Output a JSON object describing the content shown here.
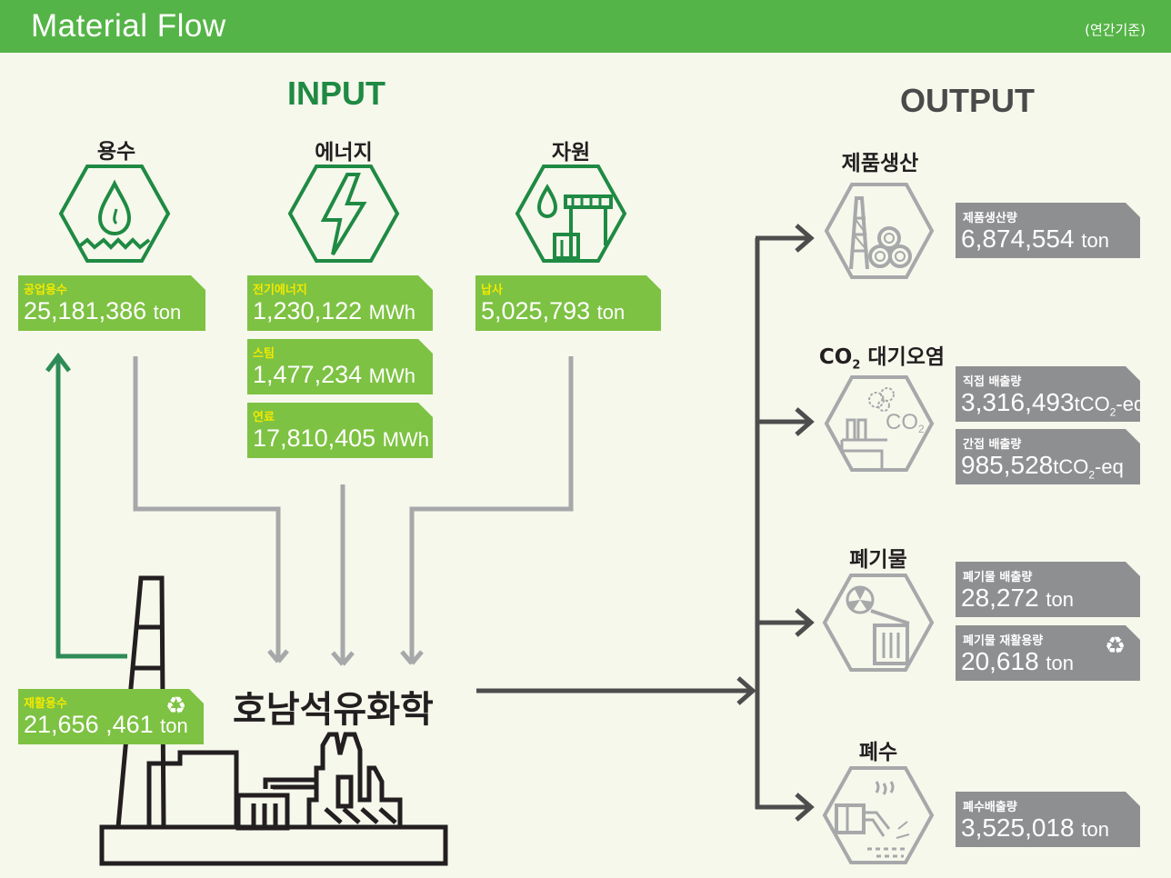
{
  "header": {
    "title": "Material Flow",
    "basis": "(연간기준)"
  },
  "input": {
    "title": "INPUT",
    "categories": [
      {
        "name": "용수",
        "icon": "water-drop-icon"
      },
      {
        "name": "에너지",
        "icon": "lightning-icon"
      },
      {
        "name": "자원",
        "icon": "refinery-icon"
      }
    ],
    "items": {
      "industrial_water": {
        "label": "공업용수",
        "value": "25,181,386",
        "unit": "ton"
      },
      "electricity": {
        "label": "전기에너지",
        "value": "1,230,122",
        "unit": "MWh"
      },
      "steam": {
        "label": "스팀",
        "value": "1,477,234",
        "unit": "MWh"
      },
      "fuel": {
        "label": "연료",
        "value": "17,810,405",
        "unit": "MWh"
      },
      "naphtha": {
        "label": "납사",
        "value": "5,025,793",
        "unit": "ton"
      },
      "recycled_water": {
        "label": "재활용수",
        "value": "21,656 ,461",
        "unit": "ton"
      }
    }
  },
  "company": "호남석유화학",
  "output": {
    "title": "OUTPUT",
    "categories": [
      {
        "name": "제품생산",
        "icon": "production-icon"
      },
      {
        "name_main": "CO",
        "name_sub": "2",
        "name_rest": " 대기오염",
        "icon": "co2-factory-icon",
        "icon_text": "CO",
        "icon_sub": "2"
      },
      {
        "name": "폐기물",
        "icon": "waste-icon"
      },
      {
        "name": "폐수",
        "icon": "wastewater-icon"
      }
    ],
    "items": {
      "production": {
        "label": "제품생산량",
        "value": "6,874,554",
        "unit": "ton"
      },
      "direct": {
        "label": "직접 배출량",
        "value": "3,316,493",
        "unit_main": "tCO",
        "unit_sub": "2",
        "unit_rest": "-eq"
      },
      "indirect": {
        "label": "간접 배출량",
        "value": "985,528",
        "unit_main": "tCO",
        "unit_sub": "2",
        "unit_rest": "-eq"
      },
      "waste": {
        "label": "폐기물 배출량",
        "value": "28,272",
        "unit": "ton"
      },
      "waste_recycle": {
        "label": "폐기물 재활용량",
        "value": "20,618",
        "unit": "ton"
      },
      "wastewater": {
        "label": "폐수배출량",
        "value": "3,525,018",
        "unit": "ton"
      }
    }
  },
  "colors": {
    "header": "#55b447",
    "green_box": "#7dc242",
    "gray_box": "#8e8f91",
    "input_title": "#1f8a43",
    "label_yellow": "#f3e900",
    "flow_gray": "#a7a8aa",
    "flow_green": "#2e8b57",
    "flow_dark": "#4d4d4d"
  }
}
